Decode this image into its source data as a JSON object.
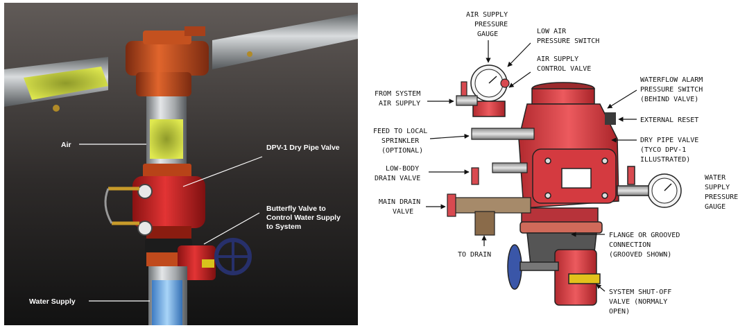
{
  "left": {
    "labels": {
      "air": "Air",
      "dpv": "DPV-1 Dry Pipe Valve",
      "butterfly": [
        "Butterfly Valve to",
        "Control Water Supply",
        "to System"
      ],
      "water": "Water Supply"
    }
  },
  "right": {
    "labels": {
      "air_supply_gauge": [
        "AIR SUPPLY",
        "PRESSURE",
        "GAUGE"
      ],
      "low_air_switch": [
        "LOW AIR",
        "PRESSURE SWITCH"
      ],
      "air_supply_control": [
        "AIR SUPPLY",
        "CONTROL VALVE"
      ],
      "waterflow_alarm": [
        "WATERFLOW ALARM",
        "PRESSURE SWITCH",
        "(BEHIND VALVE)"
      ],
      "from_system_air": [
        "FROM SYSTEM",
        "AIR SUPPLY"
      ],
      "external_reset": "EXTERNAL RESET",
      "feed_local": [
        "FEED TO LOCAL",
        "SPRINKLER",
        "(OPTIONAL)"
      ],
      "dry_pipe_valve": [
        "DRY PIPE VALVE",
        "(TYCO DPV-1",
        "ILLUSTRATED)"
      ],
      "low_body_drain": [
        "LOW-BODY",
        "DRAIN VALVE"
      ],
      "water_supply_gauge": [
        "WATER",
        "SUPPLY",
        "PRESSURE",
        "GAUGE"
      ],
      "main_drain": [
        "MAIN DRAIN",
        "VALVE"
      ],
      "flange": [
        "FLANGE OR GROOVED",
        "CONNECTION",
        "(GROOVED SHOWN)"
      ],
      "to_drain": "TO DRAIN",
      "shut_off": [
        "SYSTEM SHUT-OFF",
        "VALVE (NORMALY",
        "OPEN)"
      ]
    }
  },
  "colors": {
    "left_bg_top": "#5a5553",
    "left_bg_bottom": "#141414",
    "pipe_silver": "#b9bcbf",
    "valve_red": "#d42a2a",
    "fitting_orange": "#c8501f",
    "air_yellow": "#d9e24a",
    "water_blue": "#6fb2ea",
    "handwheel_navy": "#27306b",
    "sketch_red": "#e0434a"
  }
}
